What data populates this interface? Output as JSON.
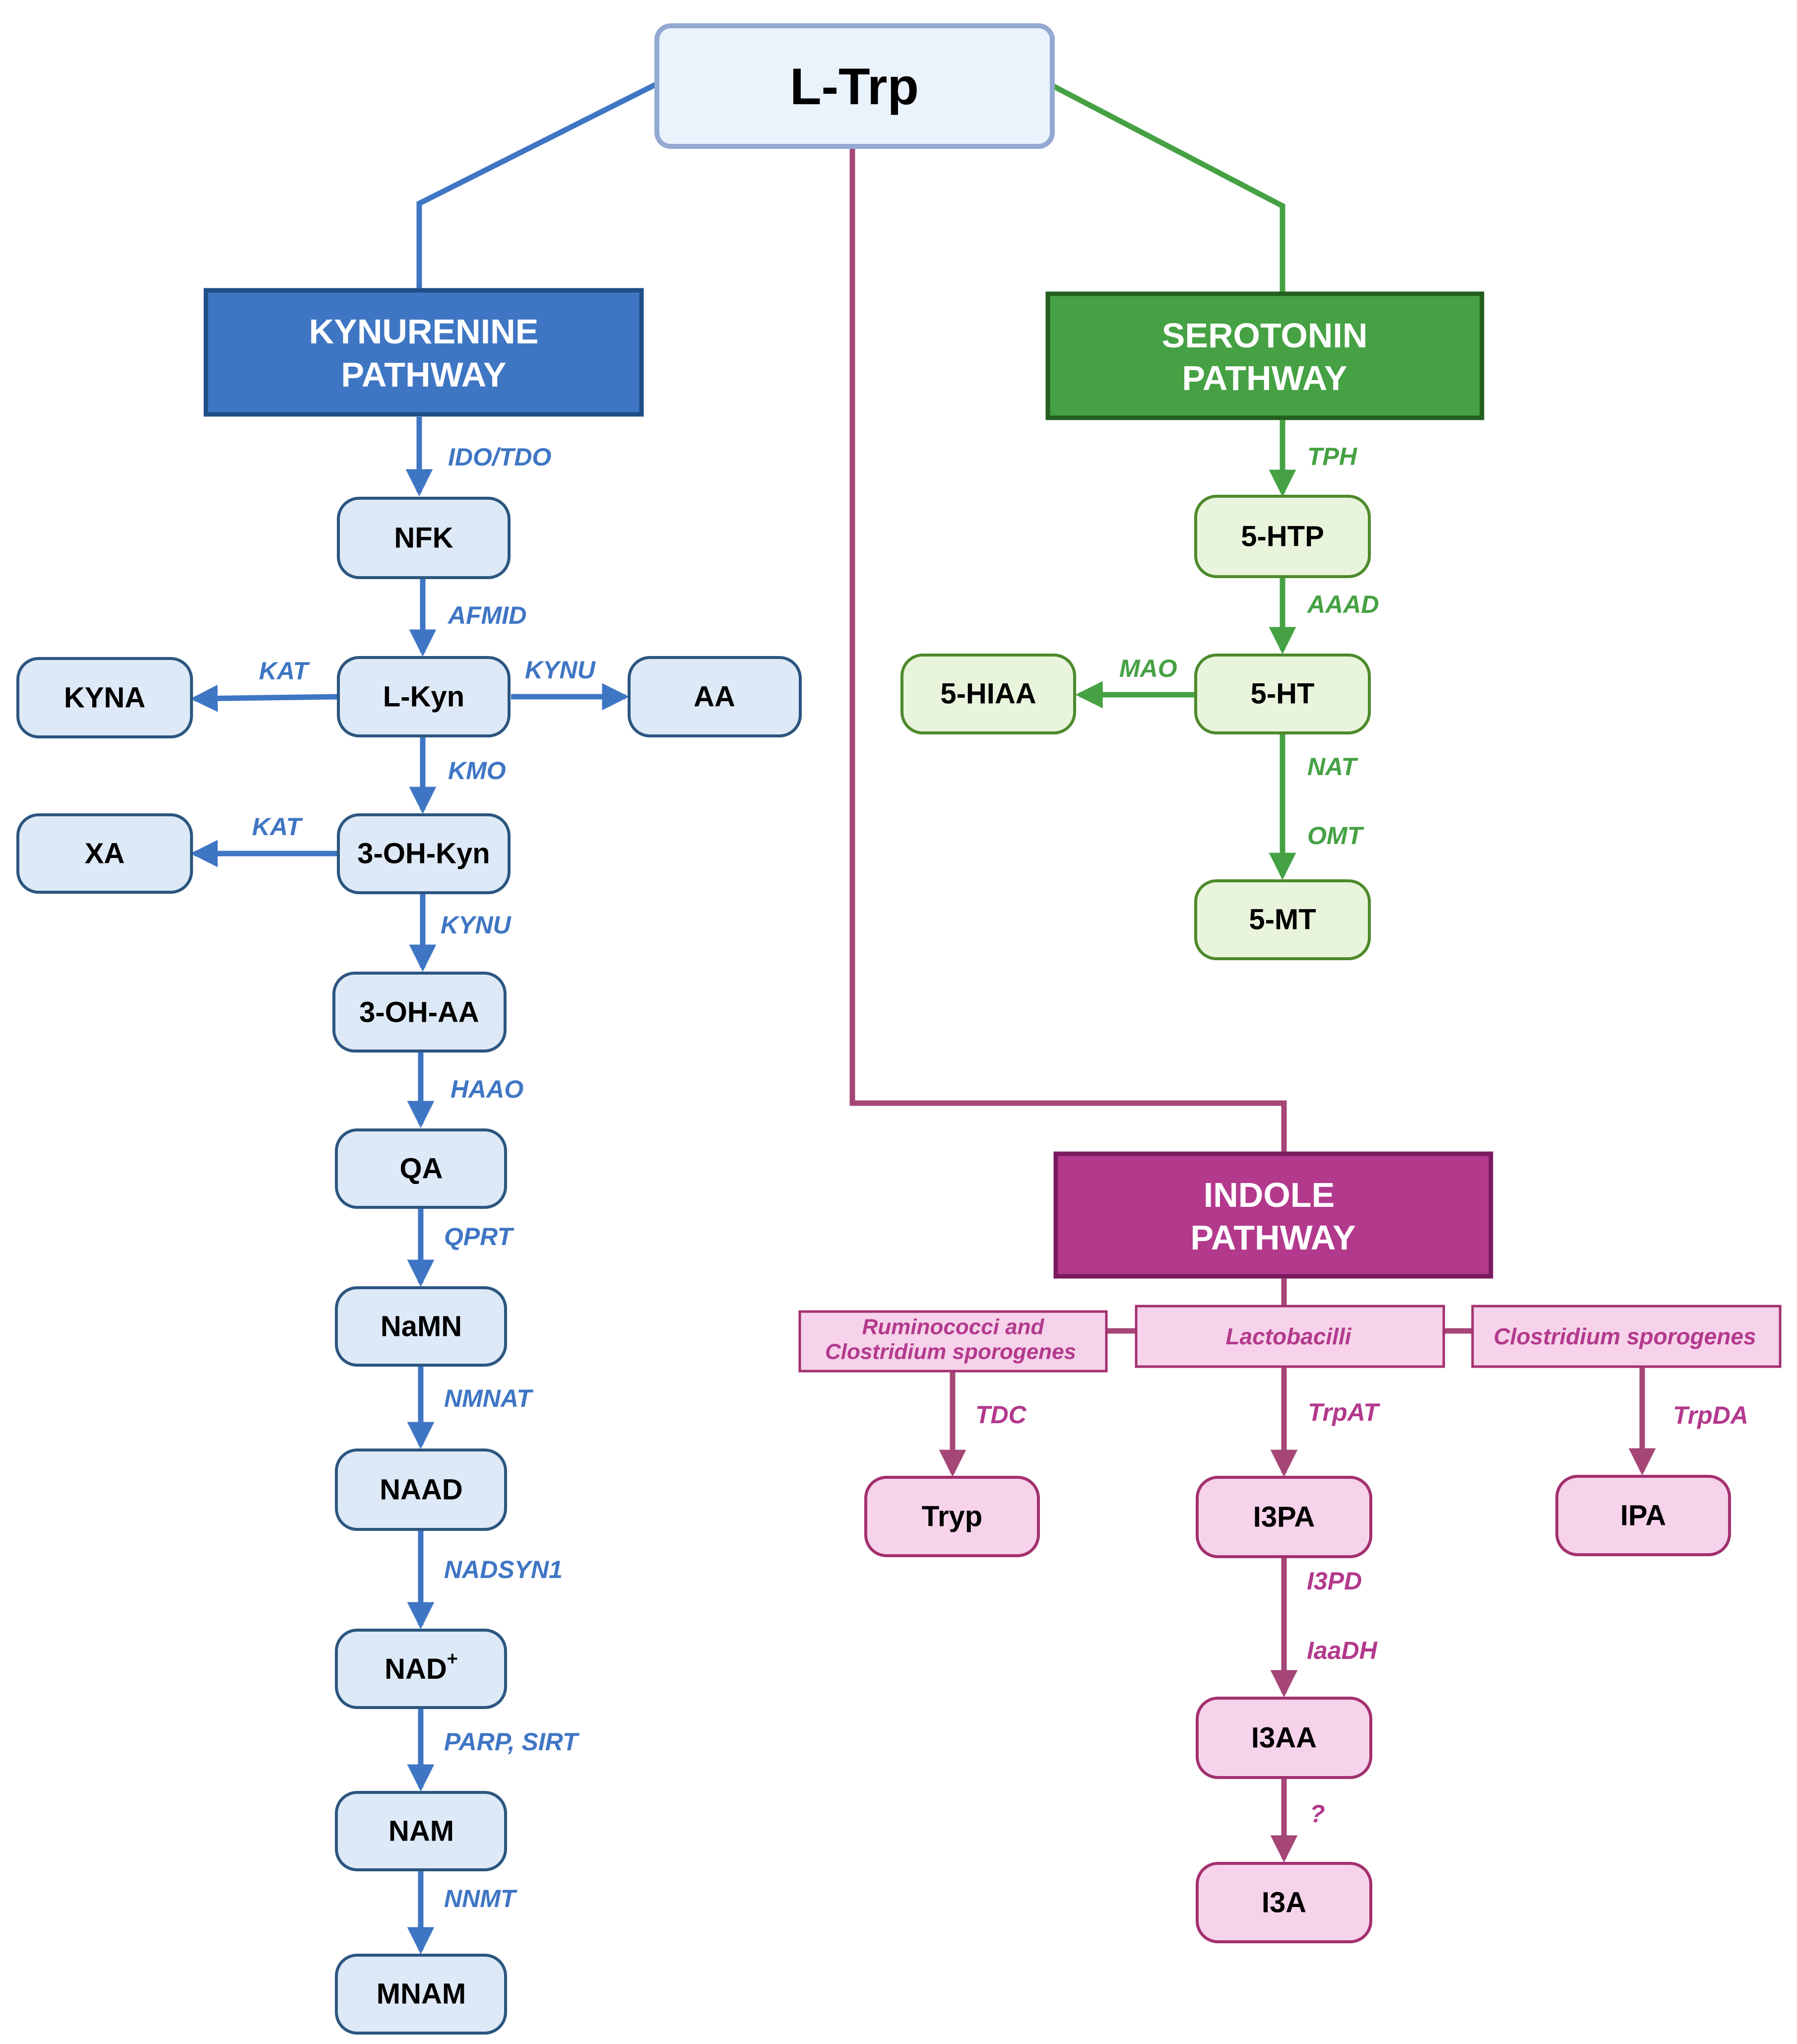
{
  "colors": {
    "kynurenine": "#3f76c4",
    "kynurenine_dark": "#1e4f87",
    "kynurenine_fill": "#dde9f6",
    "kynurenine_node_stroke": "#2b5680",
    "serotonin": "#45a143",
    "serotonin_dark": "#225f1f",
    "serotonin_fill": "#e9f4dc",
    "serotonin_node_stroke": "#4d8a2b",
    "indole": "#b3398d",
    "indole_dark": "#7b1b5f",
    "indole_fill": "#f6d3ea",
    "indole_node_stroke": "#a3306f",
    "indole_line": "#a54677",
    "root_fill": "#eaf2fc",
    "root_stroke": "#93a9d2",
    "header_text": "#ffffff",
    "node_text": "#000000"
  },
  "root": {
    "label": "L-Trp"
  },
  "pathways": {
    "kynurenine": {
      "title_line1": "KYNURENINE",
      "title_line2": "PATHWAY"
    },
    "serotonin": {
      "title_line1": "SEROTONIN",
      "title_line2": "PATHWAY"
    },
    "indole": {
      "title_line1": "INDOLE",
      "title_line2": "PATHWAY"
    }
  },
  "kynurenine_nodes": {
    "nfk": "NFK",
    "lkyn": "L-Kyn",
    "kyna": "KYNA",
    "aa": "AA",
    "ohkyn": "3-OH-Kyn",
    "xa": "XA",
    "ohaa": "3-OH-AA",
    "qa": "QA",
    "namn": "NaMN",
    "naad": "NAAD",
    "nad": "NAD",
    "nad_sup": "+",
    "nam": "NAM",
    "mnam": "MNAM"
  },
  "kynurenine_enzymes": {
    "ido_tdo": "IDO/TDO",
    "afmid": "AFMID",
    "kat_kyna": "KAT",
    "kynu_aa": "KYNU",
    "kmo": "KMO",
    "kat_xa": "KAT",
    "kynu_ohaa": "KYNU",
    "haao": "HAAO",
    "qprt": "QPRT",
    "nmnat": "NMNAT",
    "nadsyn1": "NADSYN1",
    "parp_sirt": "PARP, SIRT",
    "nnmt": "NNMT"
  },
  "serotonin_nodes": {
    "htp": "5-HTP",
    "ht": "5-HT",
    "hiaa": "5-HIAA",
    "mt": "5-MT"
  },
  "serotonin_enzymes": {
    "tph": "TPH",
    "aaad": "AAAD",
    "mao": "MAO",
    "nat": "NAT",
    "omt": "OMT"
  },
  "indole_bacteria": {
    "left_line1": "Ruminococci and",
    "left_line2": "Clostridium sporogenes",
    "middle": "Lactobacilli",
    "right": "Clostridium sporogenes"
  },
  "indole_nodes": {
    "tryp": "Tryp",
    "i3pa": "I3PA",
    "ipa": "IPA",
    "i3aa": "I3AA",
    "i3a": "I3A"
  },
  "indole_enzymes": {
    "tdc": "TDC",
    "trpat": "TrpAT",
    "trpda": "TrpDA",
    "i3pd": "I3PD",
    "iaadh": "IaaDH",
    "unknown": "?"
  }
}
